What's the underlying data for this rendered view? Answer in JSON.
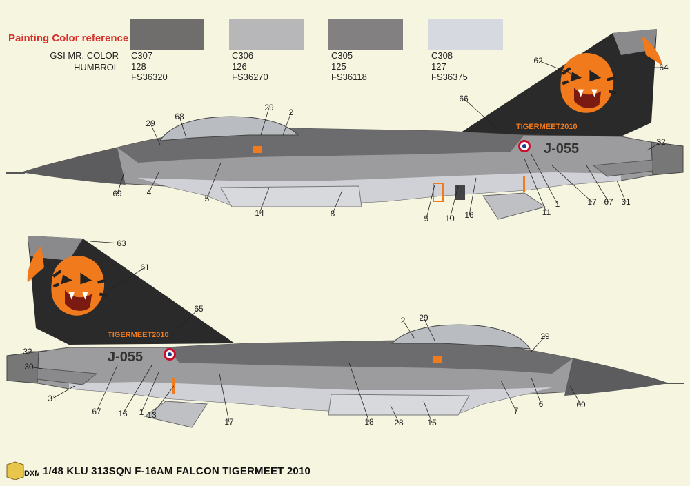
{
  "legend": {
    "title": "Painting Color reference",
    "row_labels": [
      "GSI MR. COLOR",
      "HUMBROL"
    ],
    "colors": [
      {
        "hex": "#6f6e6c",
        "mr_color": "C307",
        "humbrol": "128",
        "fs": "FS36320"
      },
      {
        "hex": "#b7b6b8",
        "mr_color": "C306",
        "humbrol": "126",
        "fs": "FS36270"
      },
      {
        "hex": "#828081",
        "mr_color": "C305",
        "humbrol": "125",
        "fs": "FS36118"
      },
      {
        "hex": "#d6d9df",
        "mr_color": "C308",
        "humbrol": "127",
        "fs": "FS36375"
      }
    ]
  },
  "aircraft": {
    "serial": "J-055",
    "tail_text": "TIGERMEET2010"
  },
  "callouts_top": [
    "29",
    "68",
    "29",
    "2",
    "66",
    "62",
    "64",
    "32",
    "69",
    "4",
    "5",
    "14",
    "8",
    "9",
    "10",
    "16",
    "11",
    "1",
    "17",
    "67",
    "31"
  ],
  "callouts_bottom": [
    "63",
    "61",
    "65",
    "32",
    "30",
    "31",
    "67",
    "16",
    "1",
    "13",
    "17",
    "18",
    "28",
    "15",
    "2",
    "29",
    "29",
    "7",
    "6",
    "69"
  ],
  "footer": {
    "logo_text": "DXM",
    "title": "1/48 KLU 313SQN F-16AM FALCON TIGERMEET 2010"
  },
  "palette": {
    "background": "#f6f5df",
    "dark_gray": "#3a3a3c",
    "tail_black": "#2a2a2b",
    "tiger_orange": "#f07a1c",
    "legend_red": "#d8302a"
  }
}
